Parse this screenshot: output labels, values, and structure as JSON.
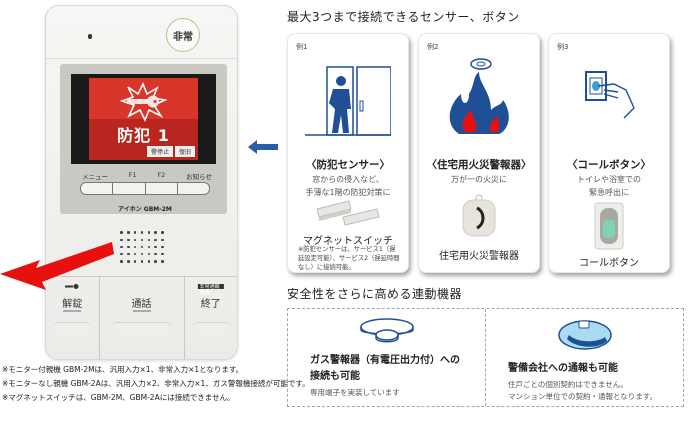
{
  "device": {
    "emergency_button": "非常",
    "screen": {
      "title": "防犯 1",
      "softkeys": [
        "警停止",
        "復旧"
      ],
      "background_color": "#d8362b"
    },
    "function_keys": [
      "メニュー",
      "F1",
      "F2",
      "お知らせ"
    ],
    "brand": "アイホン GBM-2M",
    "bottom_keys": [
      {
        "label": "解錠",
        "badge": ""
      },
      {
        "label": "通話",
        "badge": ""
      },
      {
        "label": "終了",
        "badge": "非常通報取消"
      }
    ]
  },
  "notes": [
    "※モニター付親機 GBM-2Mは、汎用入力×1、非常入力×1となります。",
    "※モニターなし親機 GBM-2Aは、汎用入力×2、非常入力×1、ガス警報機接続が可能です。",
    "※マグネットスイッチは、GBM-2M、GBM-2Aには接続できません。"
  ],
  "sensors_section": {
    "title": "最大3つまで接続できるセンサー、ボタン",
    "cards": [
      {
        "example": "例1",
        "title": "〈防犯センサー〉",
        "desc": [
          "窓からの侵入など、",
          "手薄な1階の防犯対策に"
        ],
        "product_name": "マグネットスイッチ",
        "note": "※防犯センサーは、サービス1（遅延設定可能）、サービス2（遅延時間なし）に接続可能。"
      },
      {
        "example": "例2",
        "title": "〈住宅用火災警報器〉",
        "desc": [
          "万が一の火災に"
        ],
        "product_name": "住宅用火災警報器",
        "note": ""
      },
      {
        "example": "例3",
        "title": "〈コールボタン〉",
        "desc": [
          "トイレや浴室での",
          "緊急呼出に"
        ],
        "product_name": "コールボタン",
        "note": ""
      }
    ]
  },
  "linked_section": {
    "title": "安全性をさらに高める連動機器",
    "items": [
      {
        "title_lines": [
          "ガス警報器（有電圧出力付）への",
          "接続も可能"
        ],
        "desc_lines": [
          "専用端子を実装しています"
        ]
      },
      {
        "title_lines": [
          "警備会社への通報も可能"
        ],
        "desc_lines": [
          "住戸ごとの個別契約はできません。",
          "マンション単位での契約・通報となります。"
        ]
      }
    ]
  },
  "colors": {
    "accent_blue": "#1f4f95",
    "alert_red": "#e8100f",
    "arrow_blue": "#2a5ea8"
  }
}
